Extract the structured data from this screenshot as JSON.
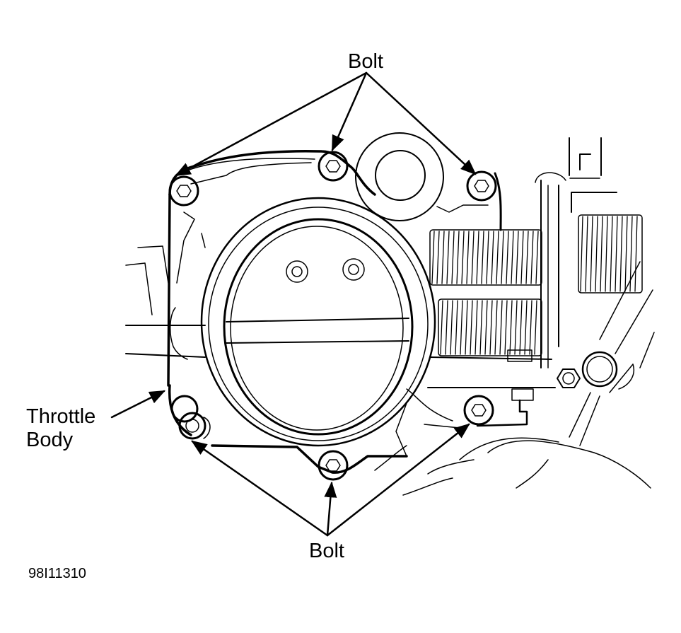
{
  "diagram": {
    "subject": "Throttle body mounting bolts",
    "labels": {
      "bolt_top": "Bolt",
      "bolt_bottom": "Bolt",
      "component_line1": "Throttle",
      "component_line2": "Body"
    },
    "figure_id": "98I11310",
    "colors": {
      "ink": "#000000",
      "paper": "#ffffff"
    }
  }
}
